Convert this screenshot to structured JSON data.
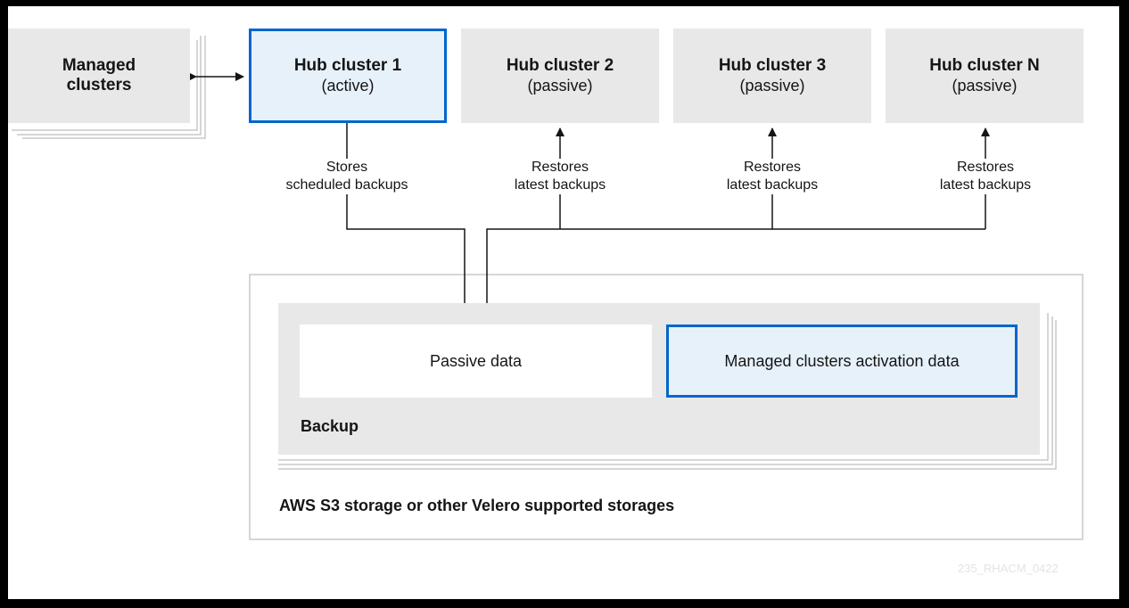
{
  "managed": {
    "line1": "Managed",
    "line2": "clusters"
  },
  "hubs": [
    {
      "name": "Hub cluster 1",
      "state": "(active)"
    },
    {
      "name": "Hub cluster 2",
      "state": "(passive)"
    },
    {
      "name": "Hub cluster 3",
      "state": "(passive)"
    },
    {
      "name": "Hub cluster N",
      "state": "(passive)"
    }
  ],
  "captions": {
    "stores": {
      "line1": "Stores",
      "line2": "scheduled backups"
    },
    "restores": {
      "line1": "Restores",
      "line2": "latest backups"
    }
  },
  "backup": {
    "passive_data": "Passive data",
    "activation_data": "Managed clusters activation data",
    "label": "Backup"
  },
  "storage_label": "AWS S3 storage or other Velero supported storages",
  "watermark": "235_RHACM_0422",
  "colors": {
    "accent": "#0066cc",
    "gray_fill": "#e8e8e8",
    "blue_fill": "#e7f1fa",
    "line": "#151515"
  }
}
